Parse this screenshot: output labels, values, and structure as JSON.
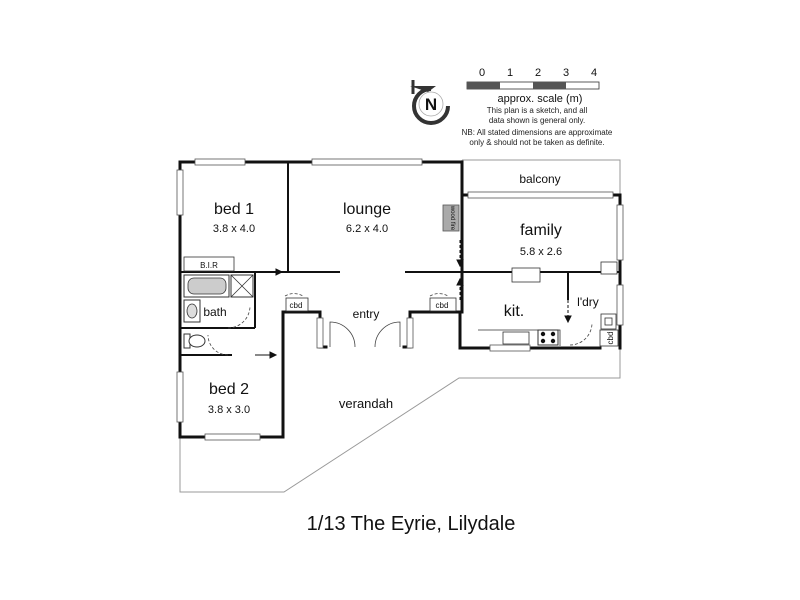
{
  "scale": {
    "ticks": [
      "0",
      "1",
      "2",
      "3",
      "4"
    ],
    "label": "approx. scale (m)",
    "note_lines": [
      "This plan is a sketch, and all",
      "data shown is general only."
    ],
    "disclaimer_lines": [
      "NB: All stated dimensions are approximate",
      "only & should not be taken as definite."
    ]
  },
  "north": {
    "letter": "N"
  },
  "rooms": {
    "bed1": {
      "name": "bed 1",
      "dims": "3.8 x 4.0"
    },
    "lounge": {
      "name": "lounge",
      "dims": "6.2 x 4.0"
    },
    "family": {
      "name": "family",
      "dims": "5.8 x 2.6"
    },
    "bed2": {
      "name": "bed 2",
      "dims": "3.8 x 3.0"
    },
    "balcony": {
      "name": "balcony"
    },
    "kitchen": {
      "name": "kit."
    },
    "laundry": {
      "name": "l'dry"
    },
    "bath": {
      "name": "bath"
    },
    "entry": {
      "name": "entry"
    },
    "verandah": {
      "name": "verandah"
    },
    "bir": {
      "name": "B.I.R"
    },
    "cbd1": {
      "name": "cbd"
    },
    "cbd2": {
      "name": "cbd"
    },
    "cbd3": {
      "name": "cbd"
    },
    "wood_fire": {
      "name": "wood fire"
    }
  },
  "caption": "1/13 The Eyrie, Lilydale"
}
